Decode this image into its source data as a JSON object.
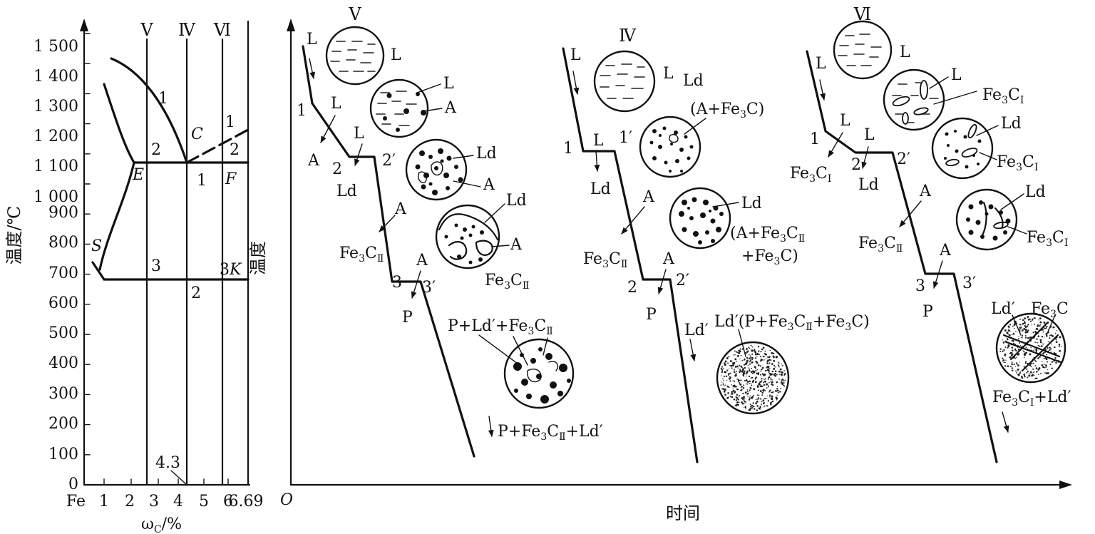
{
  "phase_diagram": {
    "y_axis_label": "温度/℃",
    "x_axis_label": "ω",
    "x_axis_label_sub": "C",
    "x_axis_label_unit": "/%",
    "y_ticks": [
      "0",
      "100",
      "200",
      "300",
      "400",
      "500",
      "600",
      "700",
      "800",
      "900",
      "1 000",
      "1 100",
      "1 200",
      "1 300",
      "1 400",
      "1 500"
    ],
    "x_ticks": [
      "Fe",
      "1",
      "2",
      "3",
      "4",
      "5",
      "6",
      "6.69"
    ],
    "alloy_lines": [
      "Ⅴ",
      "Ⅳ",
      "Ⅵ"
    ],
    "points": {
      "E": "E",
      "C": "C",
      "F": "F",
      "S": "S",
      "K": "K"
    },
    "numbers": {
      "n1a": "1",
      "n2a": "2",
      "n1b": "1",
      "n2b": "2",
      "n1c": "1",
      "n3a": "3",
      "n3b": "3",
      "n2c": "2"
    },
    "eutectic_label": "4.3",
    "right_label": "温度"
  },
  "cooling": {
    "origin": "O",
    "time_label": "时间",
    "V": {
      "title": "Ⅴ",
      "labels": {
        "L1": "L",
        "n1": "1",
        "L2": "L",
        "A1": "A",
        "L3": "L",
        "n2": "2",
        "n2p": "2′",
        "Ld1": "Ld",
        "A2": "A",
        "Fe3C": "Fe",
        "Fe3C_sub": "3",
        "Fe3C_c": "C",
        "Fe3C_ii": "Ⅱ",
        "A3": "A",
        "n3": "3",
        "n3p": "3′",
        "P": "P"
      },
      "circle_labels": {
        "c1L": "L",
        "c2L": "L",
        "c2A": "A",
        "c3Ld": "Ld",
        "c3A": "A",
        "c4Ld": "Ld",
        "c4A": "A",
        "c4Fe": "Fe",
        "c4Fe_sub": "3",
        "c4Fe_c": "C",
        "c4Fe_ii": "Ⅱ"
      },
      "final_top": "P+Ld′+Fe",
      "final_top_sub": "3",
      "final_top_c": "C",
      "final_top_ii": "Ⅱ",
      "final_bottom": "P+Fe",
      "final_bottom_sub": "3",
      "final_bottom_c": "C",
      "final_bottom_ii": "Ⅱ",
      "final_bottom_tail": "+Ld′"
    },
    "IV": {
      "title": "Ⅳ",
      "labels": {
        "L1": "L",
        "n1": "1",
        "n1p": "1′",
        "L2": "L",
        "Ld": "Ld",
        "A1": "A",
        "Fe3C": "Fe",
        "Fe3C_sub": "3",
        "Fe3C_c": "C",
        "Fe3C_ii": "Ⅱ",
        "A2": "A",
        "n2": "2",
        "n2p": "2′",
        "P": "P",
        "Ldp": "Ld′"
      },
      "circle_labels": {
        "c1L": "L",
        "c1Ld": "Ld",
        "c2": "(A+Fe",
        "c2_sub": "3",
        "c2_c": "C)",
        "c3Ld": "Ld",
        "c3a": "(A+Fe",
        "c3a_sub": "3",
        "c3a_c": "C",
        "c3a_ii": "Ⅱ",
        "c3b": "+Fe",
        "c3b_sub": "3",
        "c3b_c": "C)"
      },
      "final_top": "Ld′(P+Fe",
      "final_top_sub": "3",
      "final_top_c": "C",
      "final_top_ii": "Ⅱ",
      "final_top_tail": "+Fe",
      "final_top_tail_sub": "3",
      "final_top_tail_c": "C)"
    },
    "VI": {
      "title": "Ⅵ",
      "labels": {
        "L1": "L",
        "n1": "1",
        "L2": "L",
        "L3": "L",
        "Fe3C": "Fe",
        "Fe3C_sub": "3",
        "Fe3C_c": "C",
        "Fe3C_i": "Ⅰ",
        "n2": "2",
        "n2p": "2′",
        "Ld": "Ld",
        "A1": "A",
        "Fe3C2": "Fe",
        "Fe3C2_sub": "3",
        "Fe3C2_c": "C",
        "Fe3C2_ii": "Ⅱ",
        "A2": "A",
        "n3": "3",
        "n3p": "3′",
        "P": "P"
      },
      "circle_labels": {
        "c1L": "L",
        "c2L": "L",
        "c2Fe": "Fe",
        "c2Fe_sub": "3",
        "c2Fe_c": "C",
        "c2Fe_i": "Ⅰ",
        "c3Ld": "Ld",
        "c3Fe": "Fe",
        "c3Fe_sub": "3",
        "c3Fe_c": "C",
        "c3Fe_i": "Ⅰ",
        "c4Ld": "Ld",
        "c4Fe": "Fe",
        "c4Fe_sub": "3",
        "c4Fe_c": "C",
        "c4Fe_i": "Ⅰ",
        "c5Ldp": "Ld′",
        "c5Fe": "Fe",
        "c5Fe_sub": "3",
        "c5Fe_c": "C"
      },
      "final": "Fe",
      "final_sub": "3",
      "final_c": "C",
      "final_i": "Ⅰ",
      "final_tail": "+Ld′"
    }
  }
}
